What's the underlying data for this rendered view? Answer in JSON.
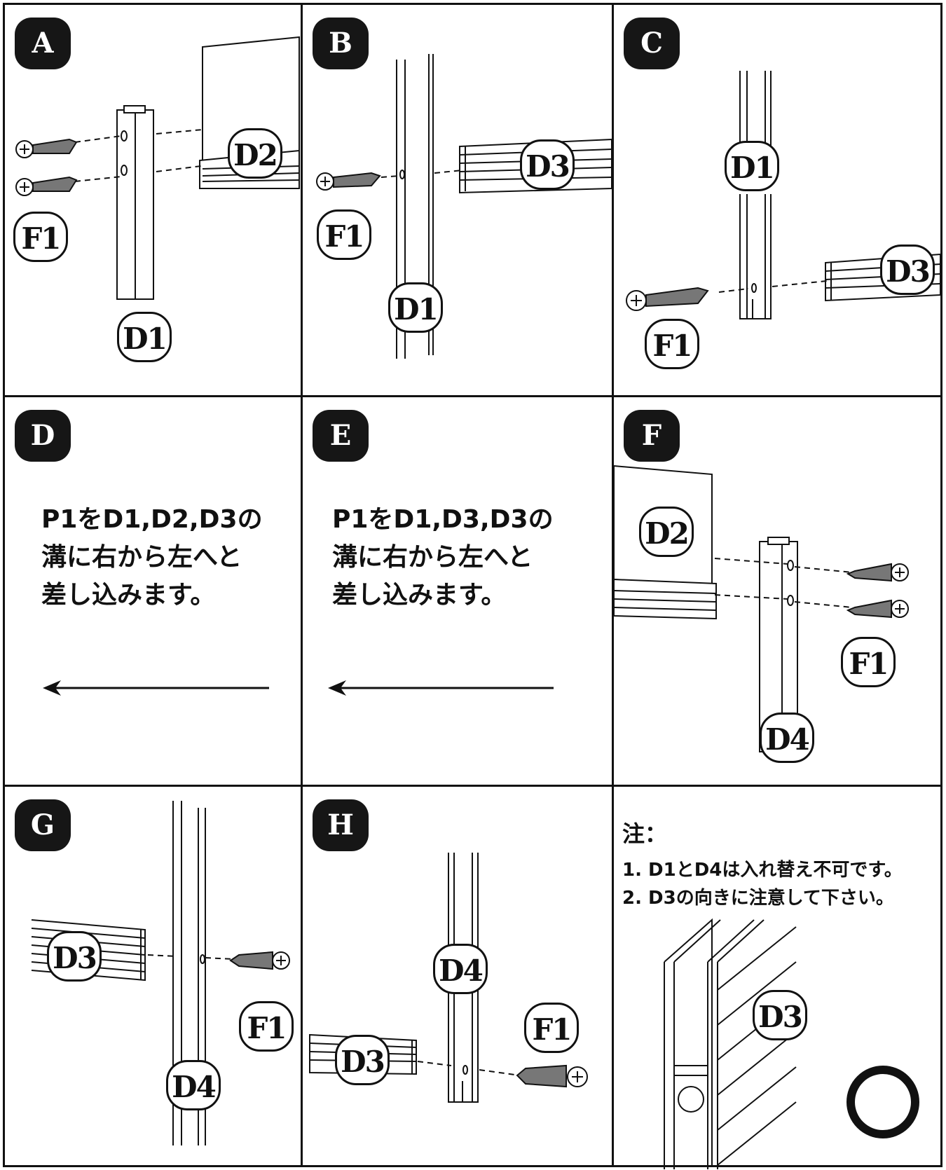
{
  "panels": {
    "A": {
      "badge": "A",
      "labels": {
        "d2": "D2",
        "f1": "F1",
        "d1": "D1"
      }
    },
    "B": {
      "badge": "B",
      "labels": {
        "d3": "D3",
        "f1": "F1",
        "d1": "D1"
      }
    },
    "C": {
      "badge": "C",
      "labels": {
        "d1": "D1",
        "d3": "D3",
        "f1": "F1"
      }
    },
    "D": {
      "badge": "D",
      "lines": [
        "P1をD1,D2,D3の",
        "溝に右から左へと",
        "差し込みます。"
      ]
    },
    "E": {
      "badge": "E",
      "lines": [
        "P1をD1,D3,D3の",
        "溝に右から左へと",
        "差し込みます。"
      ]
    },
    "F": {
      "badge": "F",
      "labels": {
        "d2": "D2",
        "f1": "F1",
        "d4": "D4"
      }
    },
    "G": {
      "badge": "G",
      "labels": {
        "d3": "D3",
        "f1": "F1",
        "d4": "D4"
      }
    },
    "H": {
      "badge": "H",
      "labels": {
        "d4": "D4",
        "f1": "F1",
        "d3": "D3"
      }
    },
    "note": {
      "title": "注：",
      "lines": [
        "1. D1とD4は入れ替え不可です。",
        "2. D3の向きに注意して下さい。"
      ],
      "label": "D3",
      "mark": "correct-circle"
    }
  },
  "icons": [
    "screw-icon",
    "arrow-left-icon",
    "circle-ok-icon"
  ]
}
